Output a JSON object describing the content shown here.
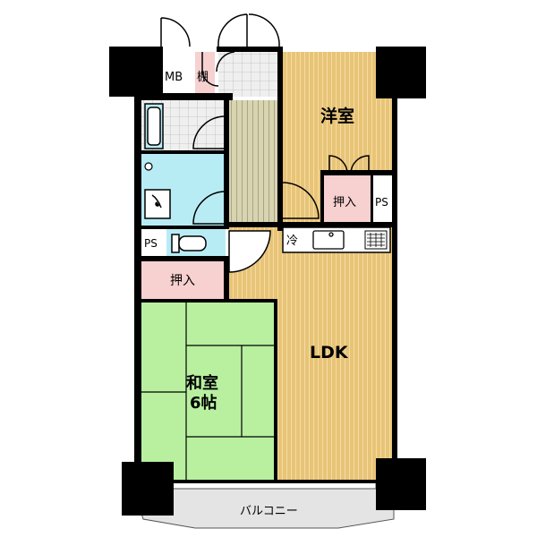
{
  "labels": {
    "mb": "MB",
    "tana": "棚",
    "youshitsu": "洋室",
    "oshiire_youshitsu": "押入",
    "ps_right": "PS",
    "rei": "冷",
    "ps_left": "PS",
    "oshiire_washitsu": "押入",
    "ldk": "LDK",
    "washitsu": "和室",
    "washitsu_size": "6帖",
    "balcony": "バルコニー"
  },
  "colors": {
    "floor_wood": "#e8c478",
    "tatami": "#b8f0a0",
    "storage": "#f7d0d0",
    "water": "#b8ecf5",
    "tile": "#e8e8e8",
    "hall": "#d8d4b0",
    "balcony": "#e4e4e4",
    "wall": "#000000"
  }
}
